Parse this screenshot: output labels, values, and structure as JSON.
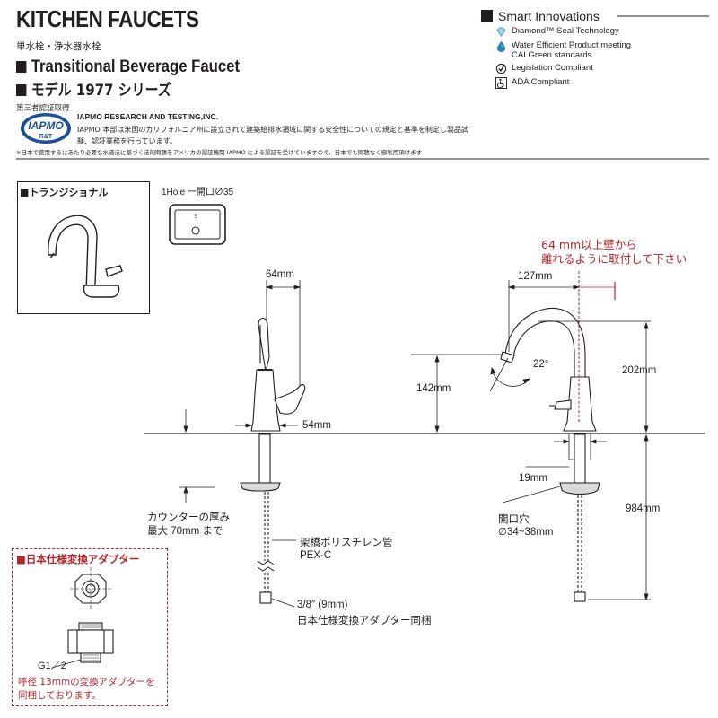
{
  "header": {
    "title": "KITCHEN FAUCETS",
    "subtitle_jp": "単水栓・浄水器水栓",
    "product_title": "Transitional Beverage Faucet",
    "model_title": "モデル 1977 シリーズ"
  },
  "certification": {
    "heading": "第三者認証取得",
    "org_name": "IAPMO RESEARCH AND TESTING,INC.",
    "org_description": "IAPMO 本部は米国のカリフォルニア州に設立されて建築給排水領域に関する安全性についての規定と基準を制定し製品試験、認証業務を行っています。",
    "footnote": "※日本で使用するにあたり必要な水道法に基づく法的問題をアメリカの認証機関 IAPMO による認証を受けていますので、日本でも問題なく御利用頂けます",
    "logo_text": "IAPMO",
    "logo_subtext": "R&T"
  },
  "smart_innovations": {
    "title": "Smart Innovations",
    "items": [
      {
        "icon": "diamond-icon",
        "label": "Diamond™ Seal Technology"
      },
      {
        "icon": "water-drop-icon",
        "label": "Water Efficient Product meeting CALGreen standards"
      },
      {
        "icon": "checkmark-circle-icon",
        "label": "Legislation Compliant"
      },
      {
        "icon": "wheelchair-icon",
        "label": "ADA Compliant"
      }
    ]
  },
  "style_box": {
    "label": "■トランジショナル"
  },
  "hole_spec": {
    "label": "1Hole 一開口∅35"
  },
  "front_view": {
    "dim_top": "64mm",
    "dim_handle": "54mm",
    "counter_note_line1": "カウンターの厚み",
    "counter_note_line2": "最大 70mm まで",
    "pipe_label": "架橋ポリスチレン管",
    "pipe_sub": "PEX-C",
    "fitting_label": "3/8″ (9mm)",
    "fitting_sub": "日本仕様変換アダプター同梱"
  },
  "side_view": {
    "wall_note_line1": "64 mm以上壁から",
    "wall_note_line2": "離れるように取付して下さい",
    "dim_reach": "127mm",
    "dim_angle": "22°",
    "dim_spout_height": "142mm",
    "dim_total_height": "202mm",
    "dim_base": "19mm",
    "hole_label": "開口穴",
    "hole_size": "∅34~38mm",
    "dim_shank": "984mm"
  },
  "adapter_box": {
    "title": "■日本仕様変換アダプター",
    "thread_label": "G1／2",
    "note_line1": "呼径 13mmの変換アダプターを",
    "note_line2": "同梱しております。"
  },
  "colors": {
    "accent_red": "#b3262b",
    "ink": "#231f20",
    "iapmo_blue": "#1d4f91"
  }
}
